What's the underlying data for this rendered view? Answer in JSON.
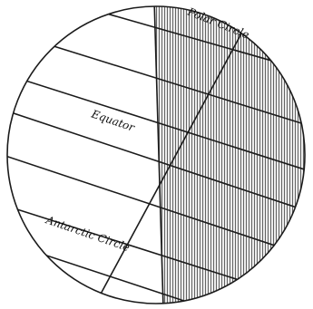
{
  "figure": {
    "labels": {
      "polar_circle": "Polar Circle",
      "equator": "Equator",
      "antarctic_circle": "Antarctic Circle"
    },
    "colors": {
      "ink": "#1b1b1b",
      "paper": "#ffffff",
      "night_tint": "#e6e6e6"
    }
  }
}
